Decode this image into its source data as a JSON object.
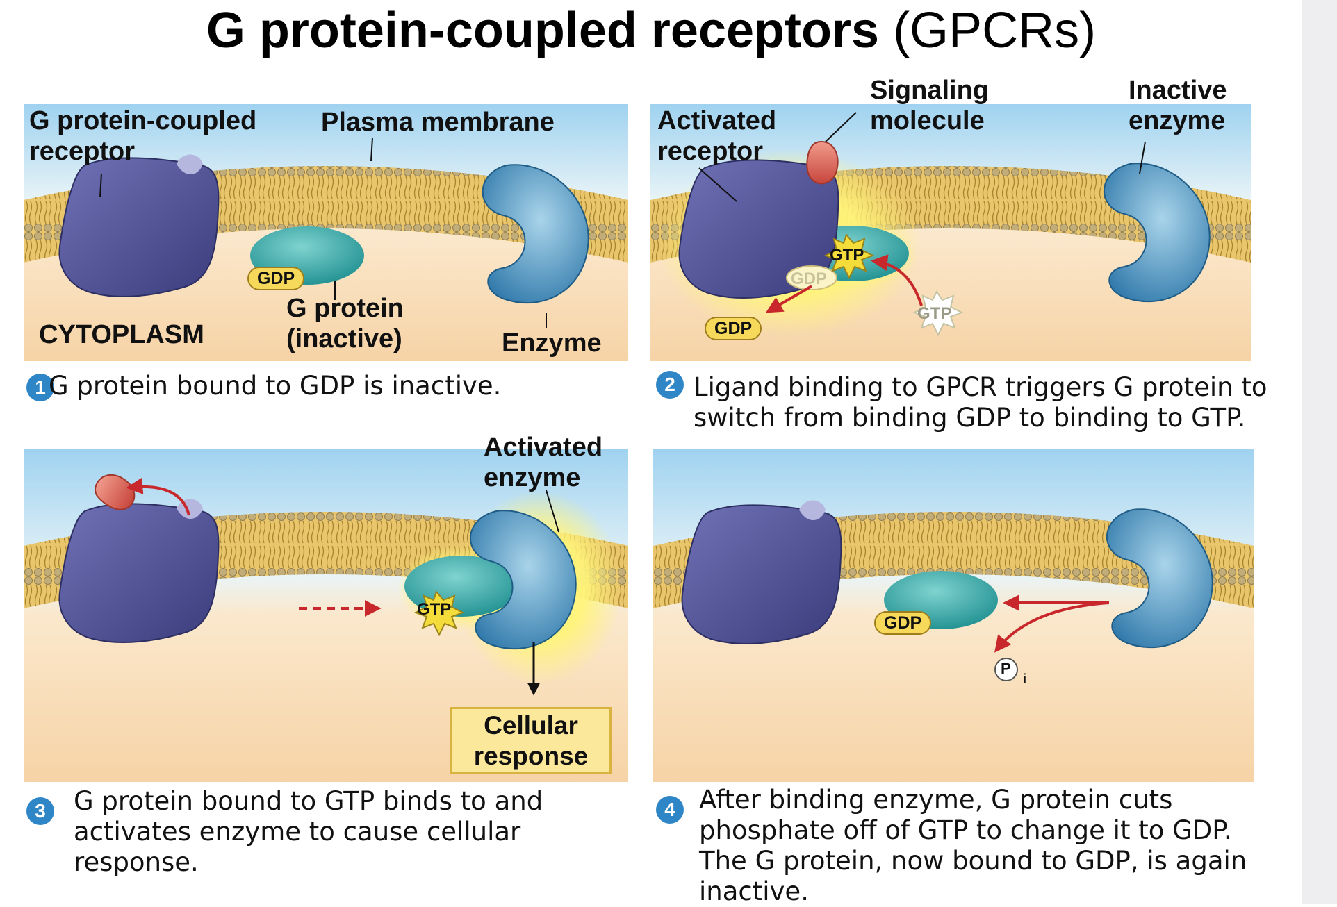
{
  "title": {
    "bold": "G protein-coupled receptors",
    "light": "(GPCRs)"
  },
  "panel1": {
    "gpcr_label_1": "G protein-coupled",
    "gpcr_label_2": "receptor",
    "membrane_label": "Plasma membrane",
    "gdp": "GDP",
    "gprotein_label_1": "G protein",
    "gprotein_label_2": "(inactive)",
    "cytoplasm": "CYTOPLASM",
    "enzyme_label": "Enzyme"
  },
  "panel2": {
    "receptor_label_1": "Activated",
    "receptor_label_2": "receptor",
    "signal_label_1": "Signaling",
    "signal_label_2": "molecule",
    "inactive_label_1": "Inactive",
    "inactive_label_2": "enzyme",
    "gtp_bound": "GTP",
    "gdp_leaving": "GDP",
    "gdp_released": "GDP",
    "gtp_incoming": "GTP"
  },
  "panel3": {
    "enzyme_label_1": "Activated",
    "enzyme_label_2": "enzyme",
    "gtp": "GTP",
    "response_1": "Cellular",
    "response_2": "response"
  },
  "panel4": {
    "gdp": "GDP",
    "phosphate": "P",
    "phosphate_sub": "i"
  },
  "captions": {
    "step1_num": "1",
    "step1": "G protein bound to GDP is inactive.",
    "step2_num": "2",
    "step2_line1": "Ligand binding to GPCR triggers G protein to",
    "step2_line2": "switch from binding GDP to binding to GTP.",
    "step3_num": "3",
    "step3_line1": "G protein bound to GTP binds to and",
    "step3_line2": "activates enzyme to cause cellular",
    "step3_line3": "response.",
    "step4_num": "4",
    "step4_line1": "After binding enzyme, G protein cuts",
    "step4_line2": "phosphate off of GTP to change it to GDP.",
    "step4_line3": "The G protein, now bound to GDP, is again",
    "step4_line4": "inactive."
  },
  "colors": {
    "receptor": "#56589e",
    "g_protein": "#35a9a8",
    "enzyme": "#3e8fbe",
    "signal": "#e06a5c",
    "membrane": "#e3bd5e",
    "arrow": "#c8282b"
  }
}
